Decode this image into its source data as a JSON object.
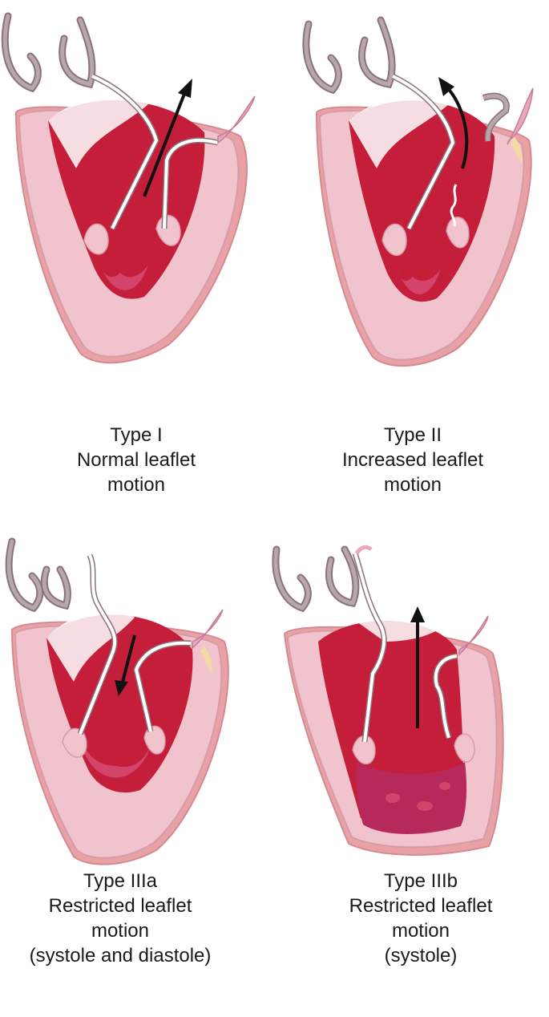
{
  "panels": [
    {
      "id": "type-1",
      "lines": [
        "Type I",
        "Normal leaflet",
        "motion"
      ]
    },
    {
      "id": "type-2",
      "lines": [
        "Type II",
        "Increased leaflet",
        "motion"
      ]
    },
    {
      "id": "type-3a",
      "lines": [
        "Type IIIa",
        "Restricted leaflet",
        "motion",
        "(systole and diastole)"
      ]
    },
    {
      "id": "type-3b",
      "lines": [
        "Type IIIb",
        "Restricted leaflet",
        "motion",
        "(systole)"
      ]
    }
  ],
  "colors": {
    "myocardium": "#f1c3cd",
    "myocardium_edge": "#d99aa9",
    "cavity": "#c41e3a",
    "cavity_dark": "#a8172f",
    "trabeculae": "#d2446a",
    "vessel": "#b7a6aa",
    "vessel_edge": "#8a7378",
    "leaflet": "#ffffff",
    "annulus": "#f3d9a4",
    "arrow": "#111111"
  }
}
